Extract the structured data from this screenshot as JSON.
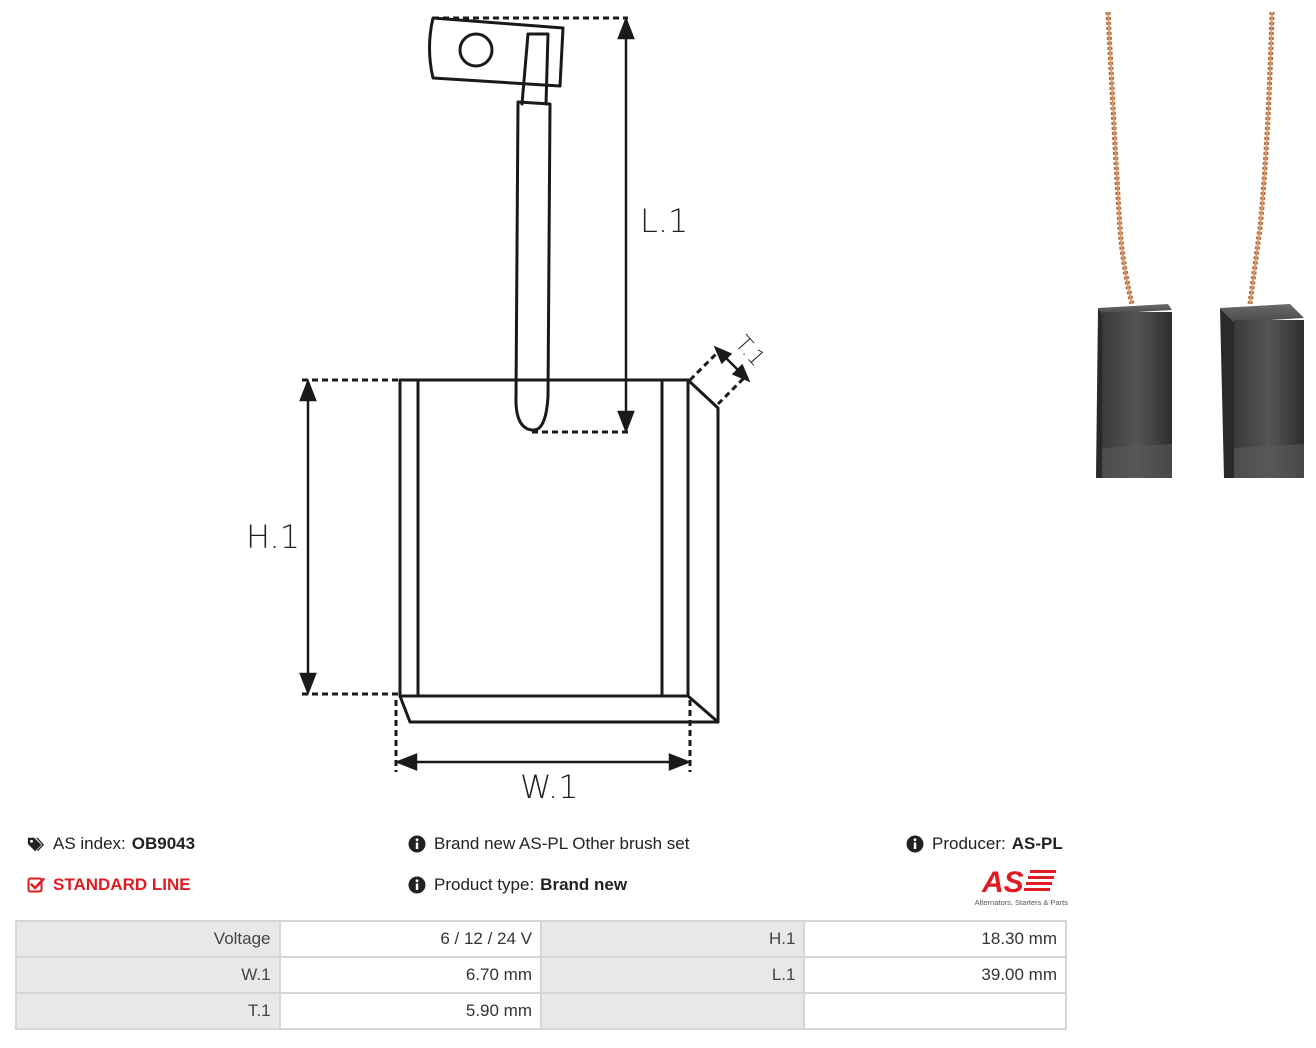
{
  "diagram": {
    "labels": {
      "l1": "L.1",
      "h1": "H.1",
      "w1": "W.1",
      "t1": "T.1"
    }
  },
  "info": {
    "as_index_label": "AS index:",
    "as_index_value": "OB9043",
    "standard_line": "STANDARD LINE",
    "description": "Brand new AS-PL Other brush set",
    "product_type_label": "Product type:",
    "product_type_value": "Brand new",
    "producer_label": "Producer:",
    "producer_value": "AS-PL"
  },
  "logo": {
    "mark": "AS",
    "tagline": "Alternators, Starters & Parts"
  },
  "specs": {
    "rows": [
      [
        {
          "label": "Voltage",
          "value": "6 / 12 / 24 V"
        },
        {
          "label": "H.1",
          "value": "18.30 mm"
        }
      ],
      [
        {
          "label": "W.1",
          "value": "6.70 mm"
        },
        {
          "label": "L.1",
          "value": "39.00 mm"
        }
      ],
      [
        {
          "label": "T.1",
          "value": "5.90 mm"
        },
        {
          "label": "",
          "value": ""
        }
      ]
    ]
  },
  "colors": {
    "accent": "#e11b22",
    "label_bg": "#e8e8e8",
    "border": "#d6d6d6"
  }
}
